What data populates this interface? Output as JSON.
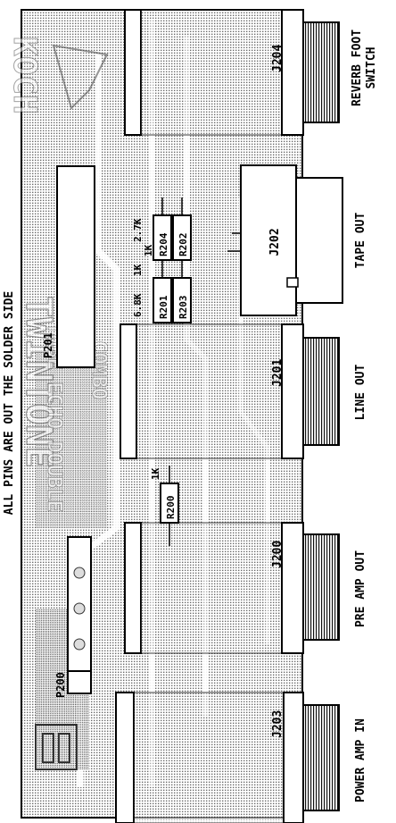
{
  "diagram": {
    "heading": "ALL PINS ARE OUT THE SOLDER SIDE",
    "board": {
      "logo_text": "KOCH",
      "model_text": "TWINTONE",
      "watermark_lines": [
        "TUBE ECHO DOUBLE",
        "COMBO"
      ]
    },
    "jacks": [
      {
        "ref": "J204",
        "label_lines": [
          "REVERB FOOT",
          "SWITCH"
        ]
      },
      {
        "ref": "J202",
        "label_lines": [
          "TAPE OUT"
        ]
      },
      {
        "ref": "J201",
        "label_lines": [
          "LINE OUT"
        ]
      },
      {
        "ref": "J200",
        "label_lines": [
          "PRE AMP OUT"
        ]
      },
      {
        "ref": "J203",
        "label_lines": [
          "POWER AMP IN"
        ]
      }
    ],
    "connectors": [
      {
        "ref": "P201"
      },
      {
        "ref": "P200"
      }
    ],
    "resistors": [
      {
        "ref": "R202",
        "value": "2.7K"
      },
      {
        "ref": "R204",
        "value": "1K"
      },
      {
        "ref": "R203",
        "value": "1K"
      },
      {
        "ref": "R201",
        "value": "6.8K"
      },
      {
        "ref": "R200",
        "value": "1K"
      }
    ]
  }
}
